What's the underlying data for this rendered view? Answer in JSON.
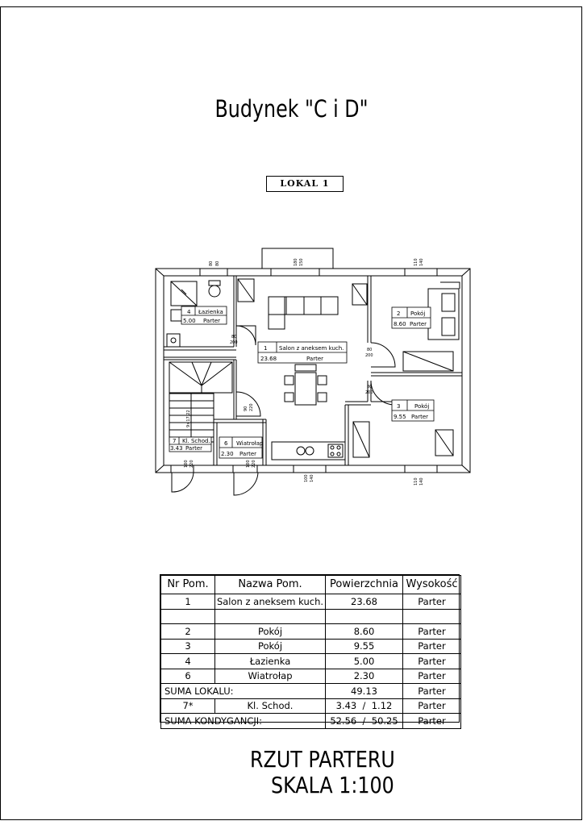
{
  "header": {
    "building_title": "Budynek \"C i D\"",
    "unit_label": "LOKAL  1"
  },
  "plan": {
    "rooms": [
      {
        "no": "1",
        "name": "Salon z aneksem kuch.",
        "area": "23.68",
        "level": "Parter"
      },
      {
        "no": "2",
        "name": "Pokój",
        "area": "8.60",
        "level": "Parter"
      },
      {
        "no": "3",
        "name": "Pokój",
        "area": "9.55",
        "level": "Parter"
      },
      {
        "no": "4",
        "name": "Łazienka",
        "area": "5.00",
        "level": "Parter"
      },
      {
        "no": "6",
        "name": "Wiatrołap",
        "area": "2.30",
        "level": "Parter"
      },
      {
        "no": "7",
        "name": "Kl. Schod.",
        "area": "3.43",
        "level": "Parter"
      }
    ],
    "dims": {
      "win_top_1": "80",
      "win_top_1b": "80",
      "win_top_2": "180",
      "win_top_2b": "150",
      "win_top_3": "110",
      "win_top_3b": "140",
      "win_bot_1": "100",
      "win_bot_1b": "140",
      "win_bot_2": "110",
      "win_bot_2b": "140",
      "door_80": "80",
      "door_200": "200",
      "door_90": "90",
      "door_220": "220",
      "door_100": "100"
    },
    "stair_note": "9×17,22"
  },
  "table": {
    "headers": [
      "Nr Pom.",
      "Nazwa Pom.",
      "Powierzchnia",
      "Wysokość"
    ],
    "rows": [
      {
        "no": "1",
        "name": "Salon z aneksem kuch.",
        "area": "23.68",
        "height": "Parter"
      },
      {
        "no": "",
        "name": "",
        "area": "",
        "height": ""
      },
      {
        "no": "2",
        "name": "Pokój",
        "area": "8.60",
        "height": "Parter"
      },
      {
        "no": "3",
        "name": "Pokój",
        "area": "9.55",
        "height": "Parter"
      },
      {
        "no": "4",
        "name": "Łazienka",
        "area": "5.00",
        "height": "Parter"
      },
      {
        "no": "6",
        "name": "Wiatrołap",
        "area": "2.30",
        "height": "Parter"
      }
    ],
    "suma_lokalu": {
      "label": "SUMA LOKALU:",
      "area": "49.13",
      "height": "Parter"
    },
    "stair_row": {
      "no": "7*",
      "name": "Kl. Schod.",
      "area": "3.43  /  1.12",
      "height": "Parter"
    },
    "suma_kond": {
      "label": "SUMA KONDYGANCJI:",
      "area": "52.56  /  50.25",
      "height": "Parter"
    }
  },
  "footer": {
    "line1": "RZUT PARTERU",
    "line2": "SKALA 1:100"
  }
}
